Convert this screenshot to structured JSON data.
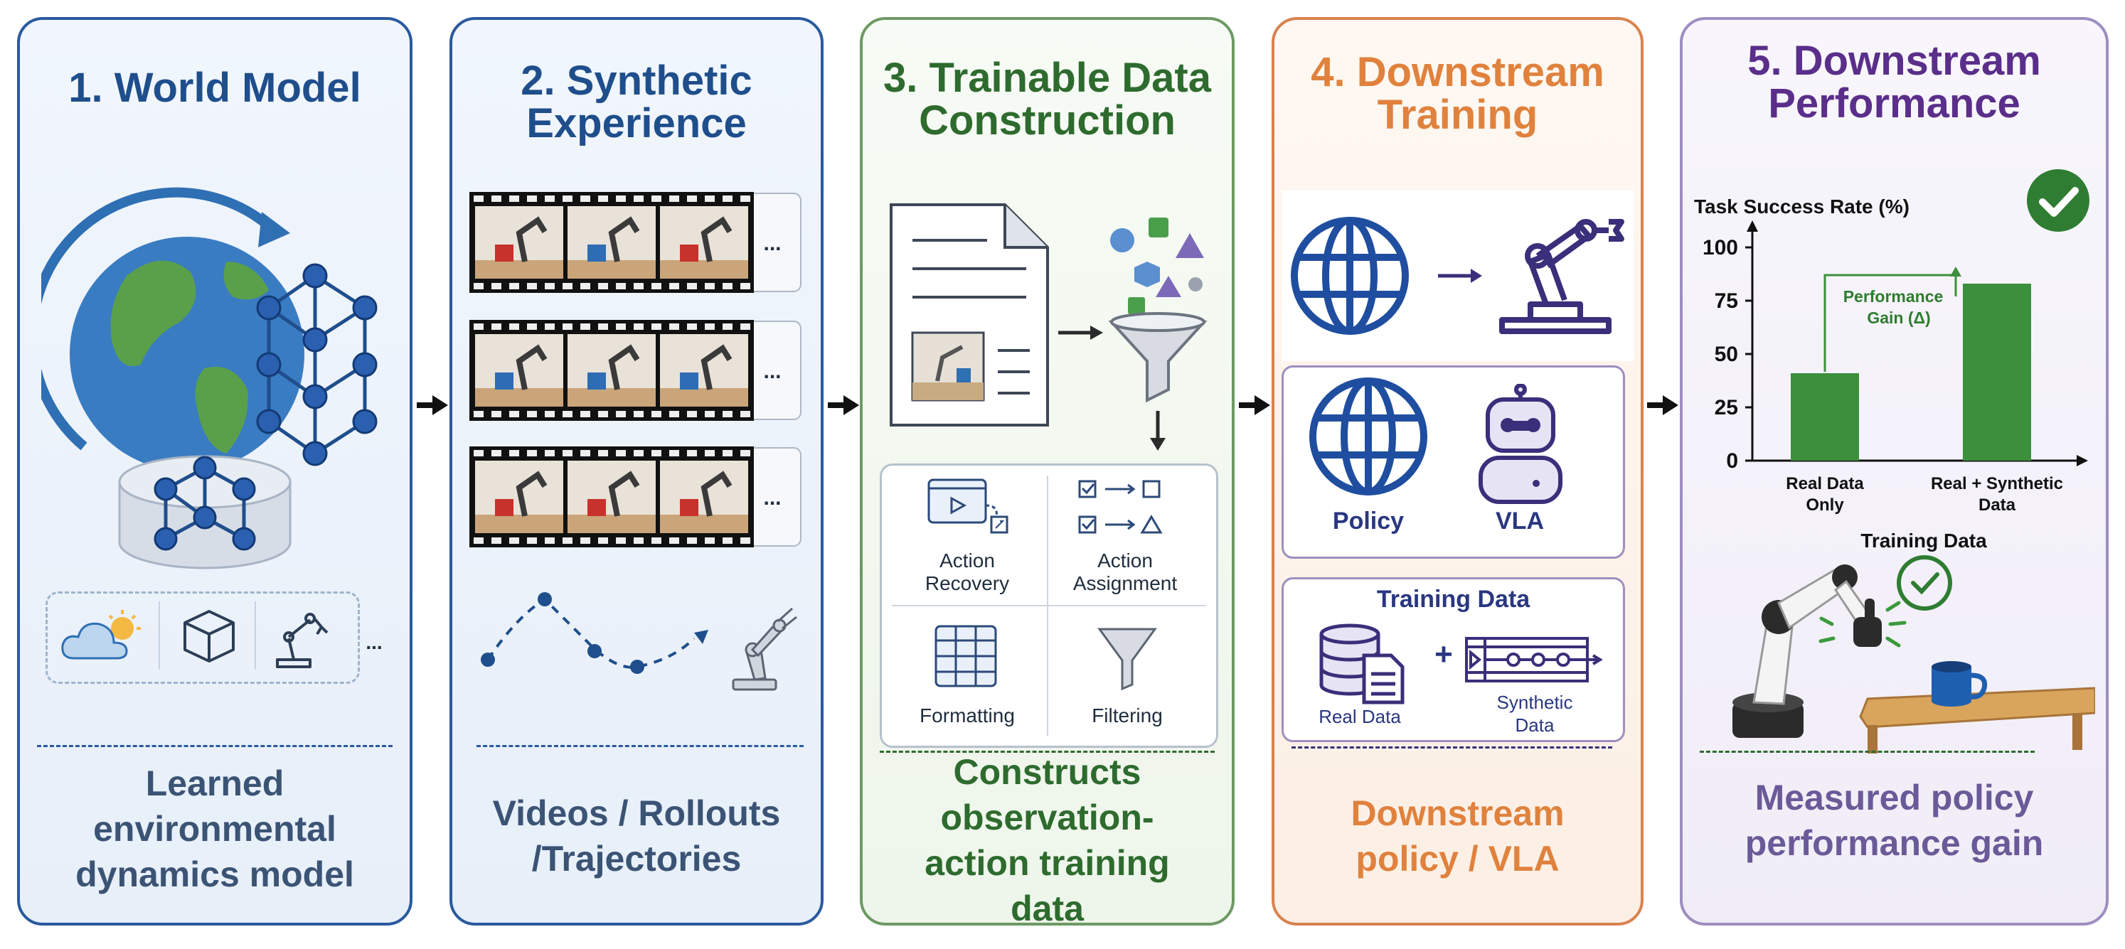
{
  "panels": [
    {
      "title": "1. World Model",
      "subtitle": "Learned environmental dynamics model"
    },
    {
      "title": "2. Synthetic Experience",
      "subtitle": "Videos / Rollouts /Trajectories"
    },
    {
      "title": "3. Trainable Data Construction",
      "subtitle": "Constructs observation-action training data",
      "steps": {
        "action_recovery": "Action Recovery",
        "action_assignment": "Action Assignment",
        "formatting": "Formatting",
        "filtering": "Filtering"
      }
    },
    {
      "title": "4. Downstream Training",
      "subtitle": "Downstream policy / VLA",
      "models": {
        "policy": "Policy",
        "vla": "VLA"
      },
      "training_data": {
        "title": "Training Data",
        "real": "Real Data",
        "plus": "+",
        "synthetic": "Synthetic Data"
      }
    },
    {
      "title": "5. Downstream Performance",
      "subtitle": "Measured policy performance gain"
    }
  ],
  "ellipsis": "...",
  "chart_data": {
    "type": "bar",
    "categories": [
      "Real Data Only",
      "Real + Synthetic Data"
    ],
    "values": [
      41,
      83
    ],
    "ylabel": "Task Success Rate (%)",
    "xlabel": "Training Data",
    "ylim": [
      0,
      100
    ],
    "yticks": [
      0,
      25,
      50,
      75,
      100
    ],
    "annotation": "Performance Gain (Δ)",
    "bar_color": "#3c8f3c"
  },
  "colors": {
    "blue": "#1f4e8c",
    "green": "#2e6b2e",
    "orange": "#e0823d",
    "purple": "#5a2e8a",
    "navy": "#2a3780"
  }
}
